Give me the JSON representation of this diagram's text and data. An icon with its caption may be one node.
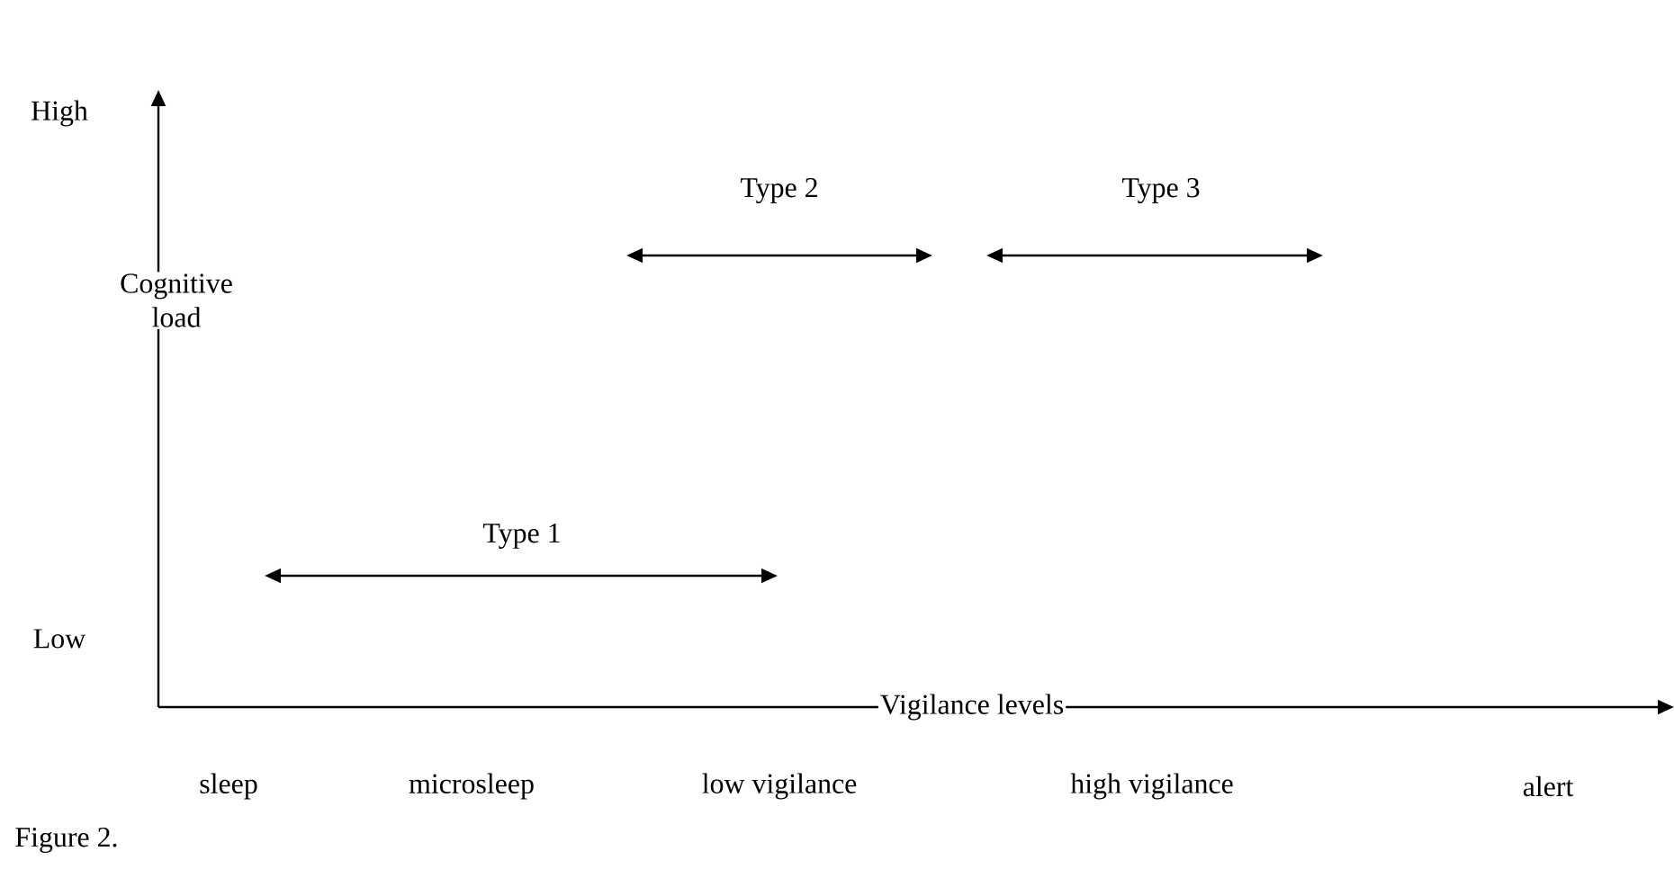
{
  "diagram": {
    "caption": "Figure 2.",
    "labels": [
      "High",
      "Type 2",
      "Type 3",
      "Cognitive load",
      "Type 1",
      "Low",
      "Vigilance levels",
      "sleep",
      "microsleep",
      "low vigilance",
      "high vigilance",
      "alert"
    ]
  }
}
